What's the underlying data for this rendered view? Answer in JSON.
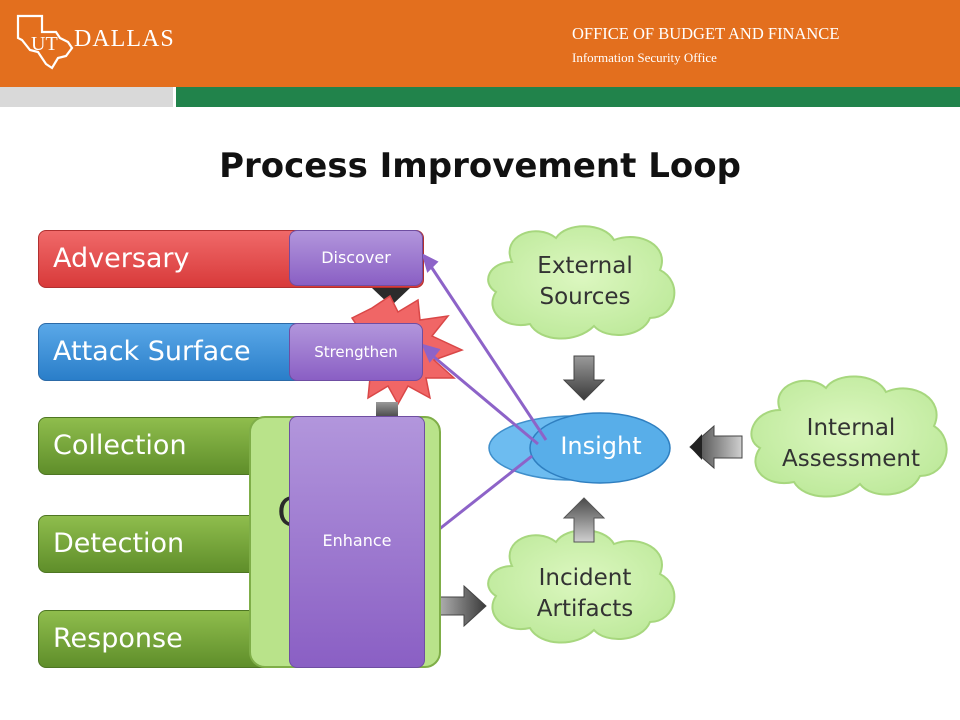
{
  "header": {
    "logo_text": "DALLAS",
    "logo_ut": "UT",
    "office": "OFFICE OF BUDGET AND FINANCE",
    "subtitle": "Information Security Office"
  },
  "title": "Process Improvement Loop",
  "bars": [
    {
      "label": "Adversary"
    },
    {
      "label": "Attack Surface"
    },
    {
      "label": "Collection"
    },
    {
      "label": "Detection"
    },
    {
      "label": "Response"
    }
  ],
  "actions": {
    "discover": "Discover",
    "strengthen": "Strengthen",
    "enhance": "Enhance"
  },
  "partial_letter": "C",
  "clouds": {
    "external": [
      "External",
      "Sources"
    ],
    "internal": [
      "Internal",
      "Assessment"
    ],
    "incident": [
      "Incident",
      "Artifacts"
    ]
  },
  "insight": "Insight",
  "colors": {
    "header": "#e36f1e",
    "green_band": "#21834b",
    "adversary": "#e04b4b",
    "attack_surface": "#3b8fd8",
    "pipeline": "#76a63b",
    "action": "#9a72cf",
    "cloud": "#ccf2a8",
    "insight": "#5fb2ec"
  }
}
